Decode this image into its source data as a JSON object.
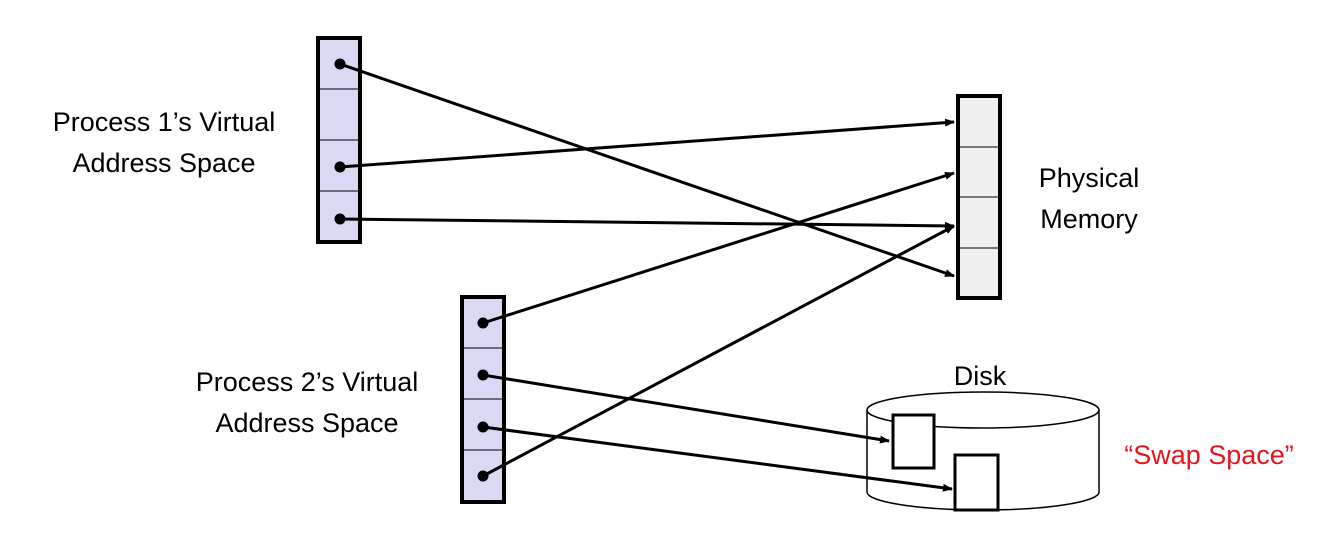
{
  "labels": {
    "p1_line1": "Process 1’s Virtual",
    "p1_line2": "Address Space",
    "p2_line1": "Process 2’s Virtual",
    "p2_line2": "Address Space",
    "phys_line1": "Physical",
    "phys_line2": "Memory",
    "disk": "Disk",
    "swap": "“Swap Space”"
  },
  "colors": {
    "virtual_fill": "#d9d9f3",
    "physical_fill": "#f0f0f0",
    "disk_fill": "#ffffff",
    "stroke": "#000000",
    "swap_text": "#e8141c"
  }
}
